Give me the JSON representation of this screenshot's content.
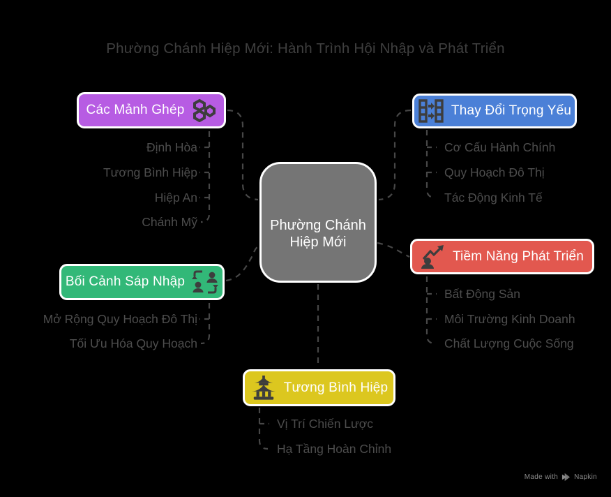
{
  "title": "Phường Chánh Hiệp Mới: Hành Trình Hội Nhập và Phát Triển",
  "center": {
    "label": "Phường Chánh Hiệp Mới",
    "color": "#757575"
  },
  "branches": [
    {
      "label": "Các Mảnh Ghép",
      "color": "#b75ce3",
      "icon": "hexagons-icon",
      "items": [
        "Định Hòa",
        "Tương Bình Hiệp",
        "Hiệp An",
        "Chánh Mỹ"
      ]
    },
    {
      "label": "Thay Đổi Trọng Yếu",
      "color": "#4b80d7",
      "icon": "columns-transfer-icon",
      "items": [
        "Cơ Cấu Hành Chính",
        "Quy Hoạch Đô Thị",
        "Tác Động Kinh Tế"
      ]
    },
    {
      "label": "Bối Cảnh Sáp Nhập",
      "color": "#32b878",
      "icon": "people-exchange-icon",
      "items": [
        "Mở Rộng Quy Hoạch Đô Thị",
        "Tối Ưu Hóa Quy Hoạch"
      ]
    },
    {
      "label": "Tiềm Năng Phát Triển",
      "color": "#e2584f",
      "icon": "growth-person-icon",
      "items": [
        "Bất Động Sản",
        "Môi Trường Kinh Doanh",
        "Chất Lượng Cuộc Sống"
      ]
    },
    {
      "label": "Tương Bình Hiệp",
      "color": "#dcc71f",
      "icon": "pagoda-icon",
      "items": [
        "Vị Trí Chiến Lược",
        "Hạ Tầng Hoàn Chỉnh"
      ]
    }
  ],
  "colors": {
    "background": "#000000",
    "connector": "#474747",
    "item_text": "#4d4d4d",
    "title_text": "#3f3f3f",
    "icon": "#3d3d3d"
  },
  "footer": {
    "made_with": "Made with",
    "brand": "Napkin"
  }
}
